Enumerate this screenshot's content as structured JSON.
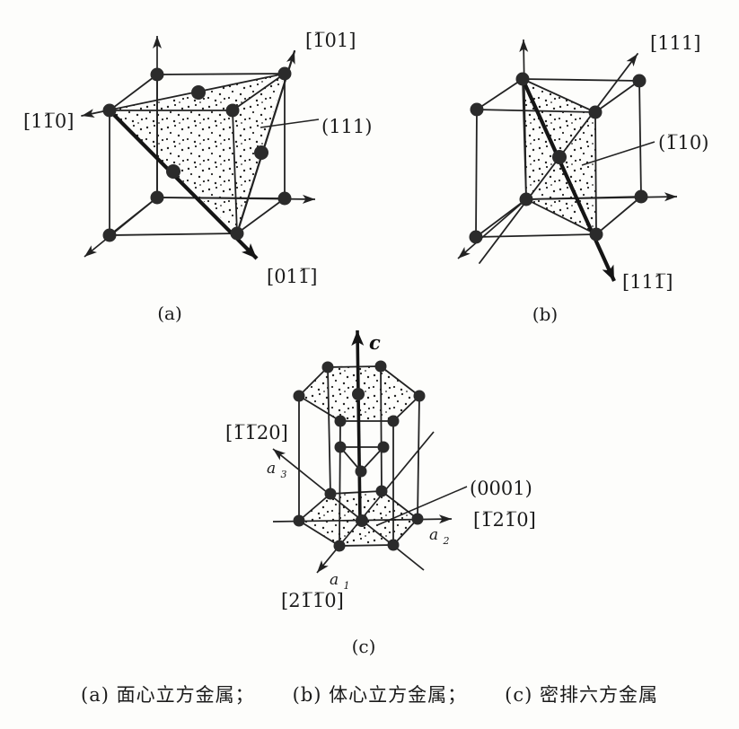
{
  "figure_a": {
    "caption": "(a)",
    "labels": {
      "dir_top_right": "[1̅01]",
      "dir_left": "[11̅0]",
      "plane": "(111)",
      "dir_bottom": "[011̅]"
    }
  },
  "figure_b": {
    "caption": "(b)",
    "labels": {
      "dir_top_right": "[111]",
      "plane": "(1̅10)",
      "dir_bottom": "[111̅]"
    }
  },
  "figure_c": {
    "caption": "(c)",
    "labels": {
      "c_axis": "c",
      "dir_upper_left": "[1̅1̅20]",
      "a3": {
        "base": "a",
        "sub": "3"
      },
      "plane": "(0001)",
      "dir_right": "[1̅21̅0]",
      "a2": {
        "base": "a",
        "sub": "2"
      },
      "a1": {
        "base": "a",
        "sub": "1"
      },
      "dir_bottom_left": "[21̅1̅0]"
    }
  },
  "bottom_caption": {
    "part_a": "(a) 面心立方金属；",
    "part_b": "(b) 体心立方金属；",
    "part_c": "(c) 密排六方金属"
  },
  "colors": {
    "ink": "#222222",
    "paper": "#fdfdfb"
  }
}
